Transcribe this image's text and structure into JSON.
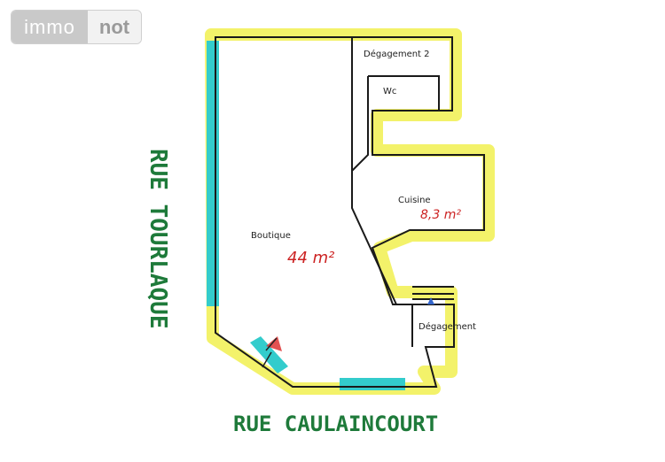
{
  "logo": {
    "part1": "immo",
    "part2": "not"
  },
  "rooms": {
    "boutique": {
      "name": "Boutique",
      "area": "44 m²"
    },
    "cuisine": {
      "name": "Cuisine",
      "area": "8,3 m²"
    },
    "degagement2": {
      "name": "Dégagement 2"
    },
    "wc": {
      "name": "Wc"
    },
    "degagement": {
      "name": "Dégagement"
    }
  },
  "streets": {
    "left": "RUE TOURLAQUE",
    "bottom": "RUE CAULAINCOURT"
  },
  "colors": {
    "highlight": "#f3f26a",
    "wall": "#1a1a1a",
    "window": "#33cccc",
    "street": "#1e7a3a",
    "area": "#cc2222"
  }
}
